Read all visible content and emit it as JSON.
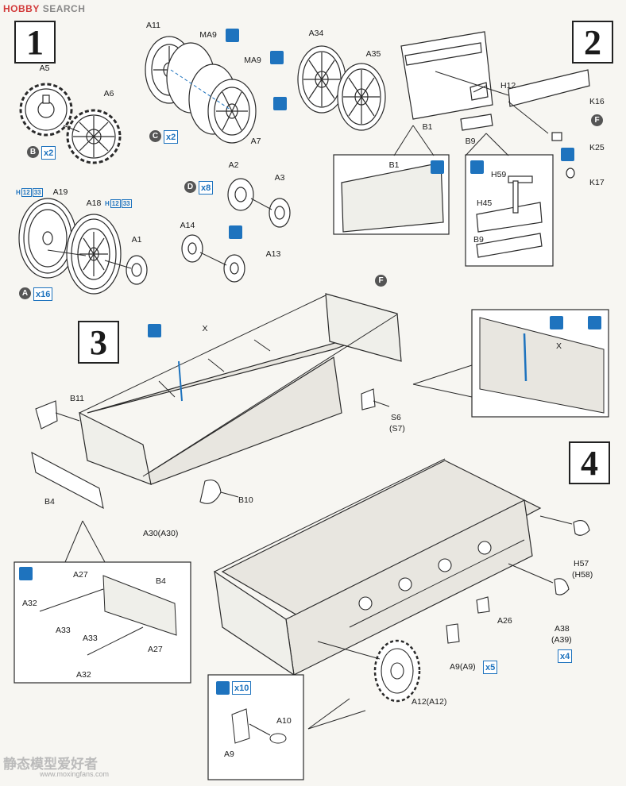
{
  "watermark": {
    "brand_a": "HOBBY",
    "brand_b": "SEARCH",
    "bottom_cn": "静态模型爱好者",
    "bottom_url": "www.moxingfans.com"
  },
  "steps": {
    "s1": "1",
    "s2": "2",
    "s3": "3",
    "s4": "4"
  },
  "step1": {
    "labels": {
      "a5": "A5",
      "a6": "A6",
      "a11": "A11",
      "ma9a": "MA9",
      "ma9b": "MA9",
      "a7": "A7",
      "a19": "A19",
      "a18": "A18",
      "a1": "A1",
      "a2": "A2",
      "a3": "A3",
      "a14": "A14",
      "a13": "A13"
    },
    "letters": {
      "b": "B",
      "c": "C",
      "d": "D",
      "a": "A"
    },
    "quantities": {
      "b": "x2",
      "c": "x2",
      "d": "x8",
      "a": "x16"
    },
    "paint_codes": {
      "code_a": "H",
      "n1": "12",
      "n2": "33",
      "code_b": "H",
      "n3": "12",
      "n4": "33"
    }
  },
  "step2": {
    "labels": {
      "a34": "A34",
      "a35": "A35",
      "h12": "H12",
      "k16": "K16",
      "b1": "B1",
      "b9": "B9",
      "k25": "K25",
      "k17": "K17",
      "inset_b1": "B1",
      "h59": "H59",
      "h45": "H45",
      "inset_b9": "B9"
    },
    "letters": {
      "f": "F"
    }
  },
  "step3": {
    "labels": {
      "x": "X",
      "f": "F",
      "b11": "B11",
      "s6": "S6",
      "s7": "(S7)",
      "b4": "B4",
      "b10": "B10",
      "a30": "A30(A30)",
      "inset_x": "X",
      "a27a": "A27",
      "b4i": "B4",
      "a32a": "A32",
      "a33a": "A33",
      "a33b": "A33",
      "a27b": "A27",
      "a32b": "A32"
    }
  },
  "step4": {
    "labels": {
      "h57": "H57",
      "h58": "(H58)",
      "a26": "A26",
      "a38": "A38",
      "a39": "(A39)",
      "a9": "A9(A9)",
      "a12": "A12(A12)",
      "a10": "A10",
      "a9i": "A9"
    },
    "quantities": {
      "a9": "x5",
      "a38": "x4",
      "inset": "x10"
    }
  },
  "colors": {
    "accent": "#1e73be",
    "line": "#2a2a2a",
    "hull": "#e8e6e0"
  }
}
